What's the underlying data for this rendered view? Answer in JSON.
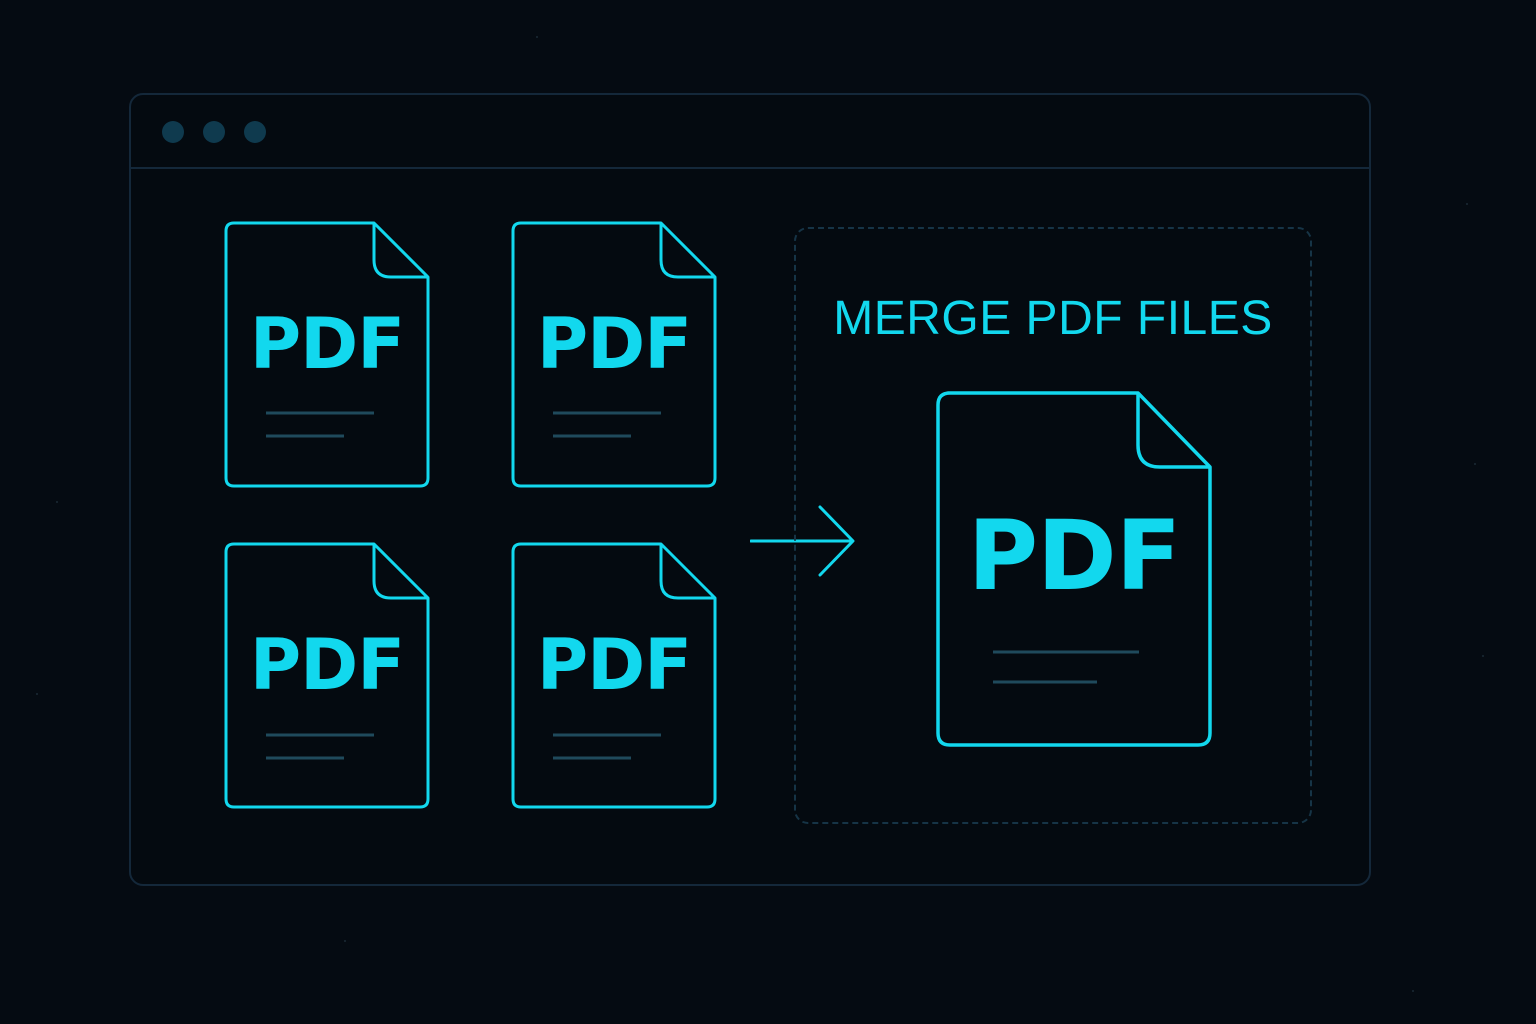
{
  "window": {
    "title_bar_controls": [
      "window-dot-1",
      "window-dot-2",
      "window-dot-3"
    ]
  },
  "source_files": [
    {
      "label": "PDF"
    },
    {
      "label": "PDF"
    },
    {
      "label": "PDF"
    },
    {
      "label": "PDF"
    }
  ],
  "merge_zone": {
    "title": "MERGE PDF FILES",
    "output_file": {
      "label": "PDF"
    }
  },
  "colors": {
    "background": "#050b12",
    "accent": "#12d8ee",
    "frame": "#14283a",
    "dot": "#0f3a4e",
    "text_line": "#1f4a5c"
  }
}
